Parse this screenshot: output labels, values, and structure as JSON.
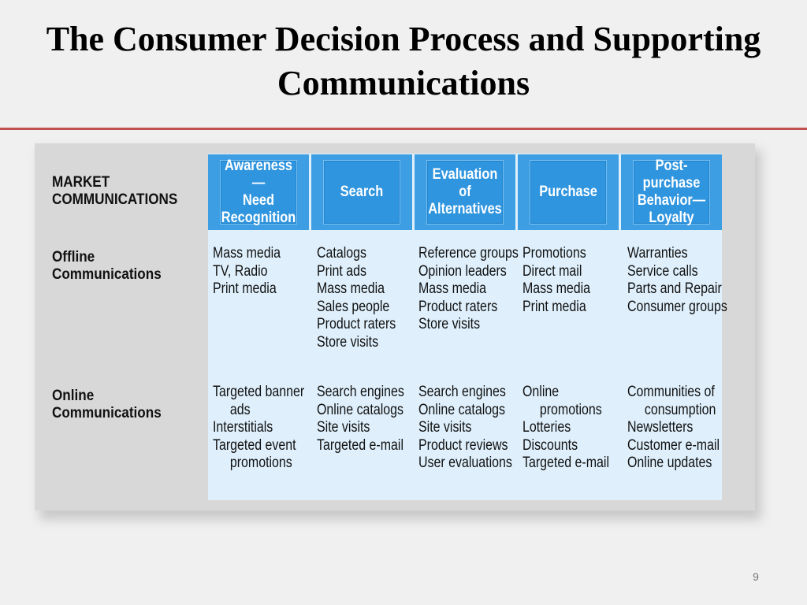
{
  "slide": {
    "title": "The Consumer Decision Process and Supporting\nCommunications",
    "page_number": "9"
  },
  "table": {
    "row_labels": {
      "market": "MARKET\nCOMMUNICATIONS",
      "offline": "Offline\nCommunications",
      "online": "Online\nCommunications"
    },
    "stages": [
      "Awareness—\nNeed\nRecognition",
      "Search",
      "Evaluation of\nAlternatives",
      "Purchase",
      "Post-purchase\nBehavior—\nLoyalty"
    ],
    "offline": [
      [
        "Mass media",
        "TV, Radio",
        "Print media"
      ],
      [
        "Catalogs",
        "Print ads",
        "Mass media",
        "Sales people",
        "Product raters",
        "Store visits"
      ],
      [
        "Reference groups",
        "Opinion leaders",
        "Mass media",
        "Product raters",
        "Store visits"
      ],
      [
        "Promotions",
        "Direct mail",
        "Mass media",
        "Print media"
      ],
      [
        "Warranties",
        "Service calls",
        "Parts and Repair",
        "Consumer groups"
      ]
    ],
    "online": [
      [
        "Targeted banner",
        "ads",
        "Interstitials",
        "Targeted event",
        "promotions"
      ],
      [
        "Search engines",
        "Online catalogs",
        "Site visits",
        "Targeted e-mail"
      ],
      [
        "Search engines",
        "Online catalogs",
        "Site visits",
        "Product reviews",
        "User evaluations"
      ],
      [
        "Online",
        "promotions",
        "Lotteries",
        "Discounts",
        "Targeted e-mail"
      ],
      [
        "Communities of",
        "consumption",
        "Newsletters",
        "Customer e-mail",
        "Online updates"
      ]
    ],
    "online_continuations": [
      [
        1,
        4
      ],
      [],
      [],
      [
        1
      ],
      [
        1
      ]
    ]
  }
}
